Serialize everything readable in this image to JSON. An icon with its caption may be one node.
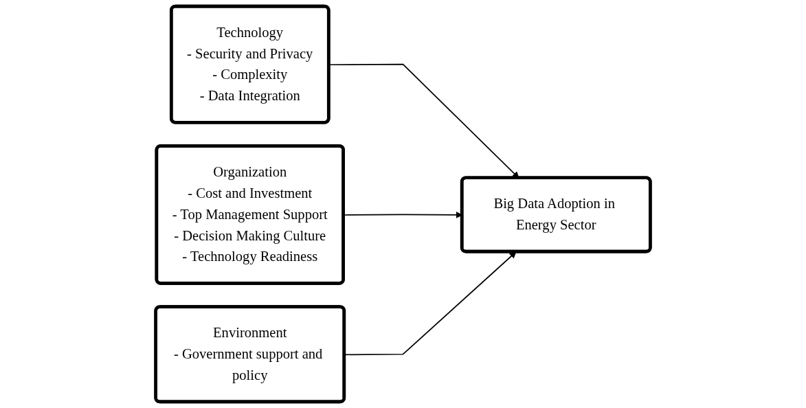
{
  "diagram": {
    "nodes": [
      {
        "text": [
          "Technology",
          "- Security and Privacy",
          "- Complexity",
          "- Data Integration"
        ]
      },
      {
        "text": [
          "Organization",
          "- Cost and Investment",
          "- Top Management Support",
          "- Decision Making Culture",
          "- Technology Readiness"
        ]
      },
      {
        "text": [
          "Environment",
          "- Government support and policy"
        ]
      },
      {
        "text": [
          "Big Data Adoption in Energy Sector"
        ]
      }
    ],
    "edges": [
      {
        "from": 0,
        "to": 3,
        "arrow": "to"
      },
      {
        "from": 1,
        "to": 3,
        "arrow": "to"
      },
      {
        "from": 2,
        "to": 3,
        "arrow": "to"
      }
    ]
  }
}
